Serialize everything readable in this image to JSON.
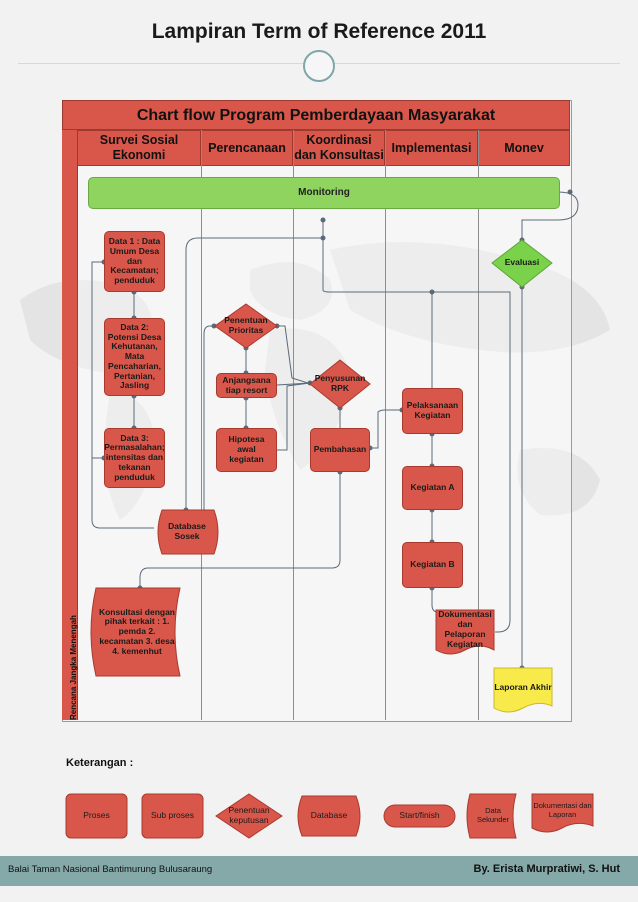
{
  "page_title": "Lampiran Term of Reference 2011",
  "chart_title": "Chart flow Program Pemberdayaan Masyarakat",
  "side_label": "Rencana Jangka Menengah",
  "lanes": [
    {
      "label": "Survei Sosial Ekonomi"
    },
    {
      "label": "Perencanaan"
    },
    {
      "label": "Koordinasi dan Konsultasi"
    },
    {
      "label": "Implementasi"
    },
    {
      "label": "Monev"
    }
  ],
  "monitoring": "Monitoring",
  "nodes": {
    "data1": "Data 1 : Data Umum Desa dan Kecamatan; penduduk",
    "data2": "Data 2: Potensi Desa Kehutanan, Mata Pencaharian, Pertanian, Jasling",
    "data3": "Data 3: Permasalahan; intensitas dan tekanan penduduk",
    "database_sosek": "Database Sosek",
    "konsultasi": "Konsultasi dengan pihak terkait : 1. pemda 2. kecamatan 3. desa 4. kemenhut",
    "penentuan_prioritas": "Penentuan Prioritas",
    "anjangsana": "Anjangsana tiap resort",
    "hipotesa": "Hipotesa awal kegiatan",
    "penyusunan_rpk": "Penyusunan RPK",
    "pembahasan": "Pembahasan",
    "pelaksanaan": "Pelaksanaan Kegiatan",
    "kegiatan_a": "Kegiatan A",
    "kegiatan_b": "Kegiatan B",
    "dokumentasi": "Dokumentasi dan Pelaporan Kegiatan",
    "evaluasi": "Evaluasi",
    "laporan_akhir": "Laporan Akhir"
  },
  "legend": {
    "title": "Keterangan :",
    "items": [
      "Proses",
      "Sub proses",
      "Penentuan keputusan",
      "Database",
      "Start/finish",
      "Data Sekunder",
      "Dokumentasi dan Laporan"
    ]
  },
  "footer": {
    "left": "Balai Taman Nasional Bantimurung Bulusaraung",
    "right": "By. Erista Murpratiwi, S. Hut"
  },
  "colors": {
    "process": "#d9574a",
    "monitoring": "#8ed45f",
    "evaluasi": "#7ad14a",
    "laporan_akhir": "#f7ea4a",
    "footer": "#85a8a8"
  }
}
